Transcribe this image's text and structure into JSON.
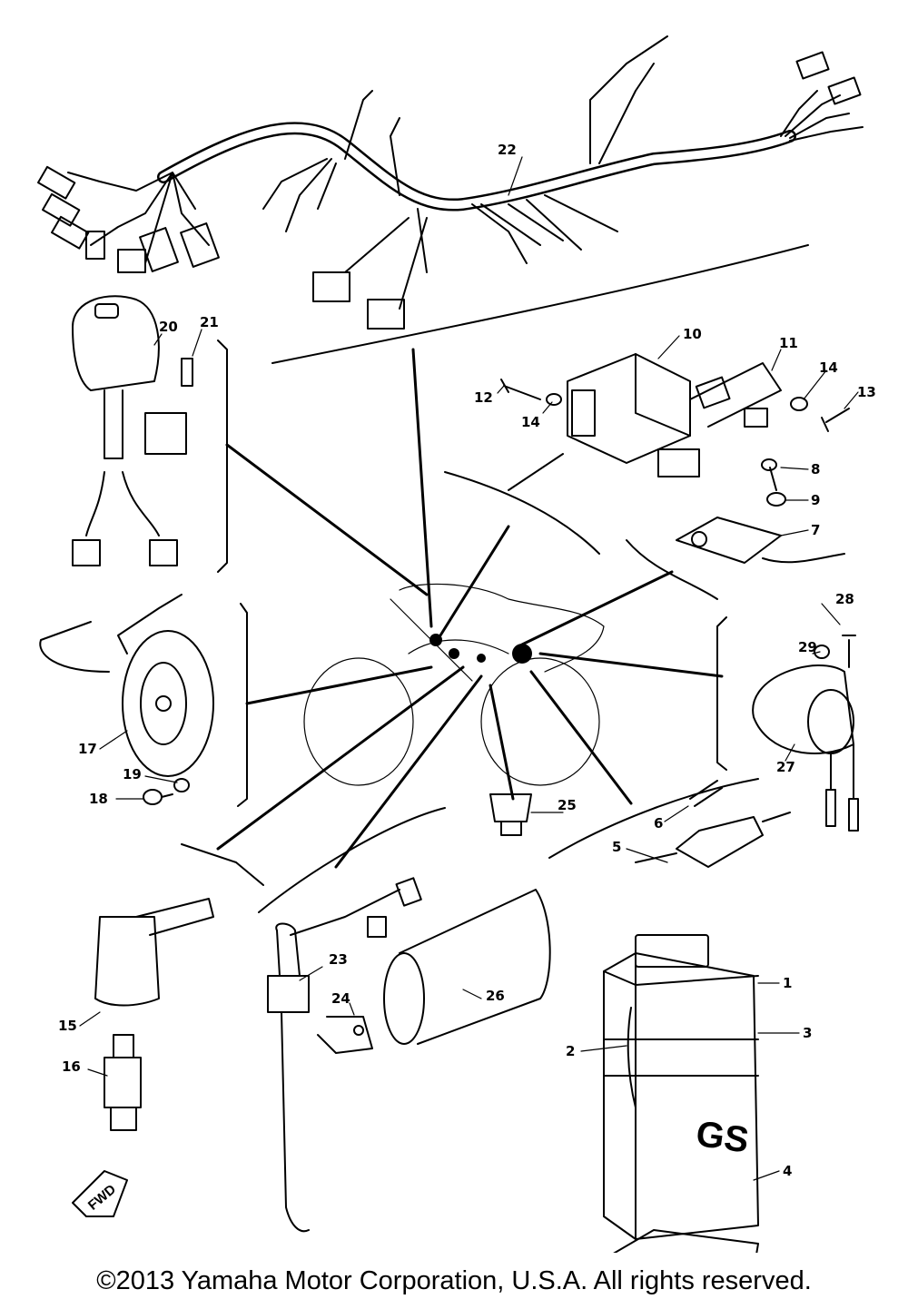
{
  "diagram": {
    "callouts": [
      "1",
      "2",
      "3",
      "4",
      "5",
      "6",
      "7",
      "8",
      "9",
      "10",
      "11",
      "12",
      "13",
      "14",
      "14",
      "15",
      "16",
      "17",
      "18",
      "19",
      "20",
      "21",
      "22",
      "23",
      "24",
      "25",
      "26",
      "27",
      "28",
      "29"
    ],
    "battery_brand": "GS",
    "fwd_label": "FWD"
  },
  "footer": {
    "copyright": "©2013 Yamaha Motor Corporation, U.S.A. All rights reserved."
  }
}
